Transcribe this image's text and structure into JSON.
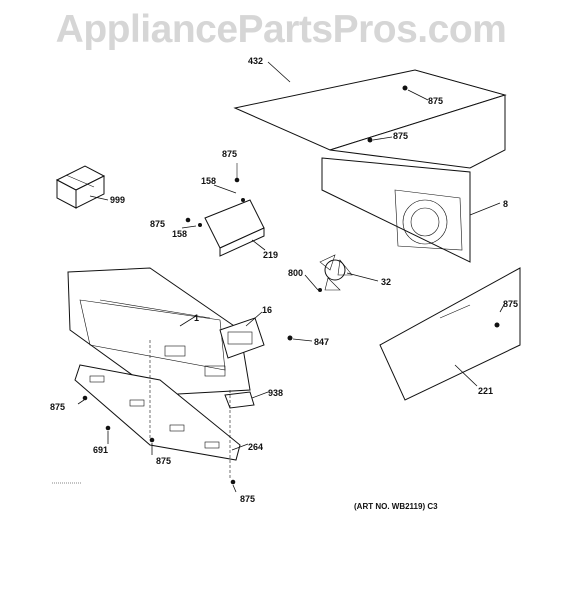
{
  "watermark": "AppliancePartsPros.com",
  "art_number": "(ART NO. WB2119) C3",
  "callouts": {
    "c432": "432",
    "c875a": "875",
    "c875b": "875",
    "c875c": "875",
    "c875d": "875",
    "c875e": "875",
    "c875f": "875",
    "c875g": "875",
    "c875h": "875",
    "c999": "999",
    "c158a": "158",
    "c158b": "158",
    "c219": "219",
    "c8": "8",
    "c800": "800",
    "c32": "32",
    "c1": "1",
    "c16": "16",
    "c847": "847",
    "c938": "938",
    "c691": "691",
    "c264": "264",
    "c221": "221"
  }
}
